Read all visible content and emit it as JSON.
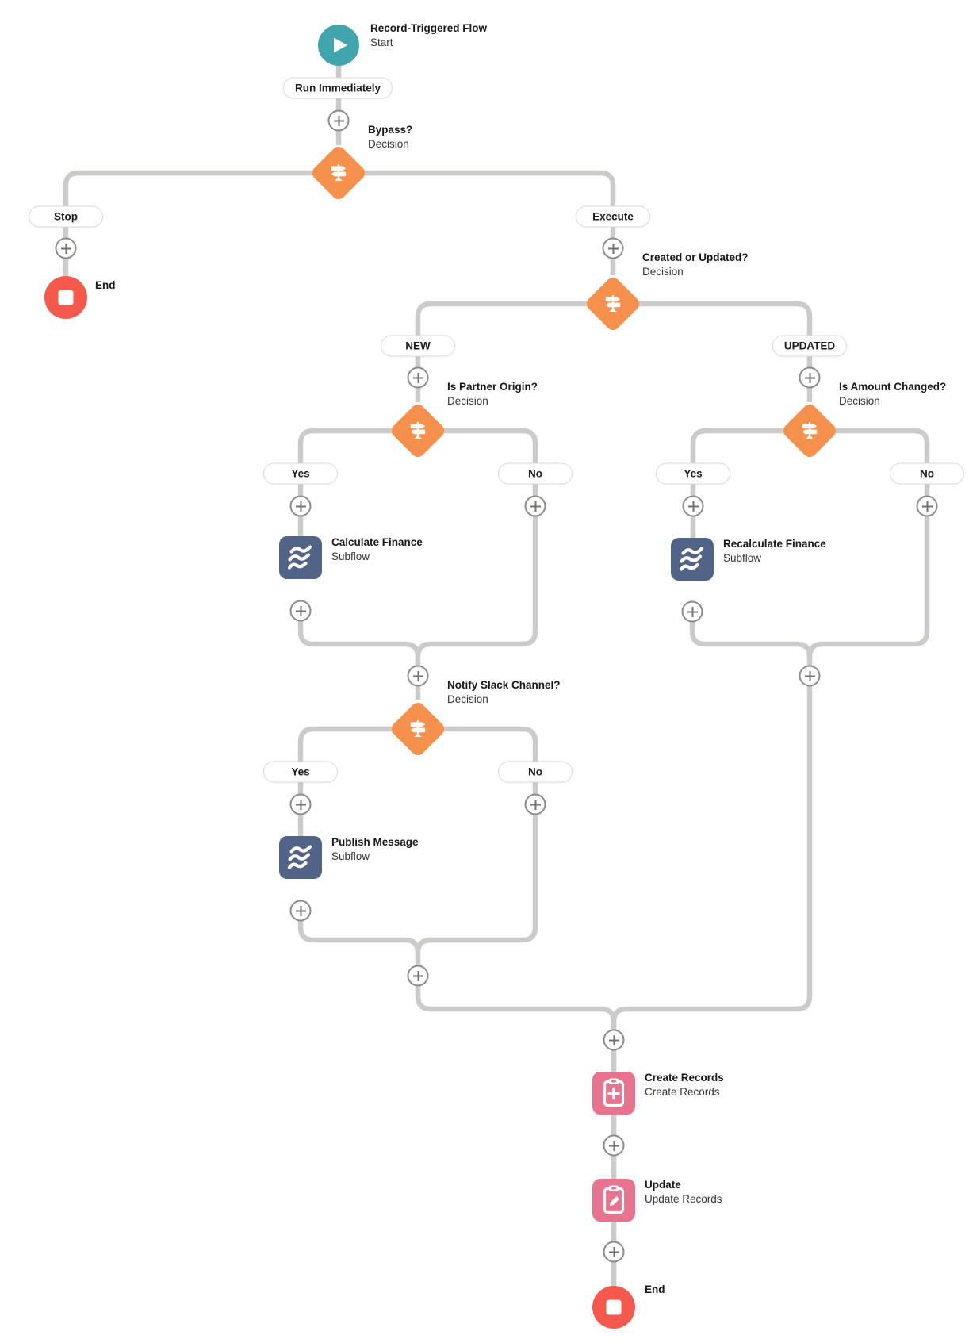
{
  "flow": {
    "nodes": {
      "start": {
        "title": "Record-Triggered Flow",
        "subtitle": "Start"
      },
      "bypass": {
        "title": "Bypass?",
        "subtitle": "Decision"
      },
      "created_or_updated": {
        "title": "Created or Updated?",
        "subtitle": "Decision"
      },
      "is_partner_origin": {
        "title": "Is Partner Origin?",
        "subtitle": "Decision"
      },
      "is_amount_changed": {
        "title": "Is Amount Changed?",
        "subtitle": "Decision"
      },
      "notify_slack_channel": {
        "title": "Notify Slack Channel?",
        "subtitle": "Decision"
      },
      "calculate_finance": {
        "title": "Calculate Finance",
        "subtitle": "Subflow"
      },
      "recalculate_finance": {
        "title": "Recalculate Finance",
        "subtitle": "Subflow"
      },
      "publish_message": {
        "title": "Publish Message",
        "subtitle": "Subflow"
      },
      "create_records": {
        "title": "Create Records",
        "subtitle": "Create Records"
      },
      "update_records": {
        "title": "Update",
        "subtitle": "Update Records"
      },
      "end_left": {
        "title": "End"
      },
      "end_bottom": {
        "title": "End"
      }
    },
    "branch_labels": {
      "run_immediately": "Run Immediately",
      "stop": "Stop",
      "execute": "Execute",
      "new": "NEW",
      "updated": "UPDATED",
      "yes": "Yes",
      "no": "No"
    },
    "icons": {
      "start": "play-icon",
      "decision": "signpost-decision-icon",
      "subflow": "waves-subflow-icon",
      "create_records": "clipboard-plus-icon",
      "update_records": "clipboard-pencil-icon",
      "end": "stop-square-icon",
      "connector_add": "plus-icon"
    },
    "colors": {
      "start_teal": "#40a5ad",
      "decision_orange": "#f6914d",
      "subflow_blue": "#516487",
      "record_pink": "#e8738e",
      "end_red": "#f4594b",
      "connector_gray": "#cdcbc9"
    }
  }
}
